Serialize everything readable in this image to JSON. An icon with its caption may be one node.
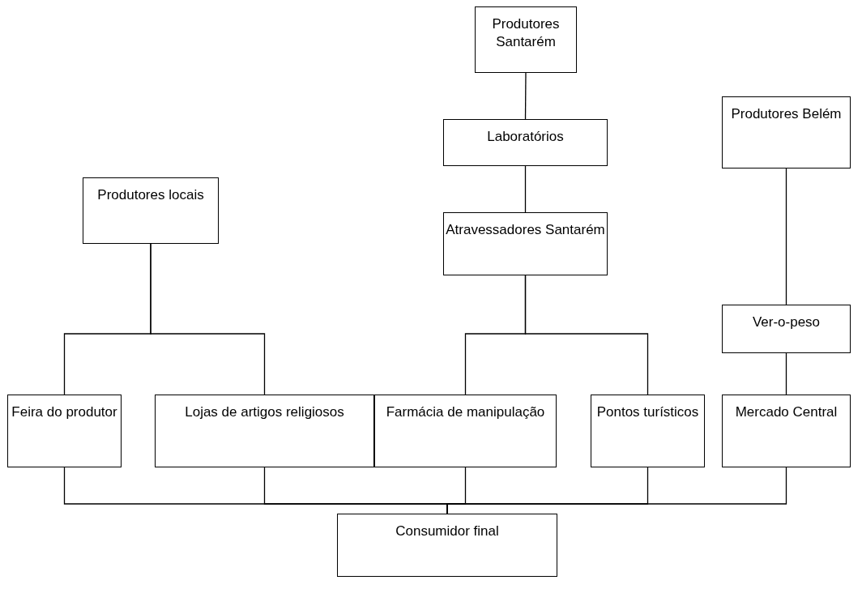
{
  "diagram": {
    "nodes": [
      {
        "text": [
          "Produtores Santarém"
        ]
      },
      {
        "text": [
          "Laboratórios"
        ]
      },
      {
        "text": [
          "Produtores Belém"
        ]
      },
      {
        "text": [
          "Produtores locais"
        ]
      },
      {
        "text": [
          "Atravessadores Santarém"
        ]
      },
      {
        "text": [
          "Ver-o-peso"
        ]
      },
      {
        "text": [
          "Feira do produtor"
        ]
      },
      {
        "text": [
          "Lojas de artigos religiosos"
        ]
      },
      {
        "text": [
          "Farmácia de manipulação"
        ]
      },
      {
        "text": [
          "Pontos turísticos"
        ]
      },
      {
        "text": [
          "Mercado Central"
        ]
      },
      {
        "text": [
          "Consumidor final"
        ]
      }
    ],
    "edges": [
      {
        "from": 0,
        "to": 1,
        "arrow": "none"
      },
      {
        "from": 1,
        "to": 4,
        "arrow": "none"
      },
      {
        "from": 2,
        "to": 5,
        "arrow": "none"
      },
      {
        "from": 5,
        "to": 10,
        "arrow": "none"
      },
      {
        "from": 3,
        "to": 6,
        "arrow": "none"
      },
      {
        "from": 3,
        "to": 7,
        "arrow": "none"
      },
      {
        "from": 4,
        "to": 8,
        "arrow": "none"
      },
      {
        "from": 4,
        "to": 9,
        "arrow": "none"
      },
      {
        "from": 6,
        "to": 11,
        "arrow": "none"
      },
      {
        "from": 7,
        "to": 11,
        "arrow": "none"
      },
      {
        "from": 8,
        "to": 11,
        "arrow": "none"
      },
      {
        "from": 9,
        "to": 11,
        "arrow": "none"
      },
      {
        "from": 10,
        "to": 11,
        "arrow": "none"
      }
    ]
  }
}
